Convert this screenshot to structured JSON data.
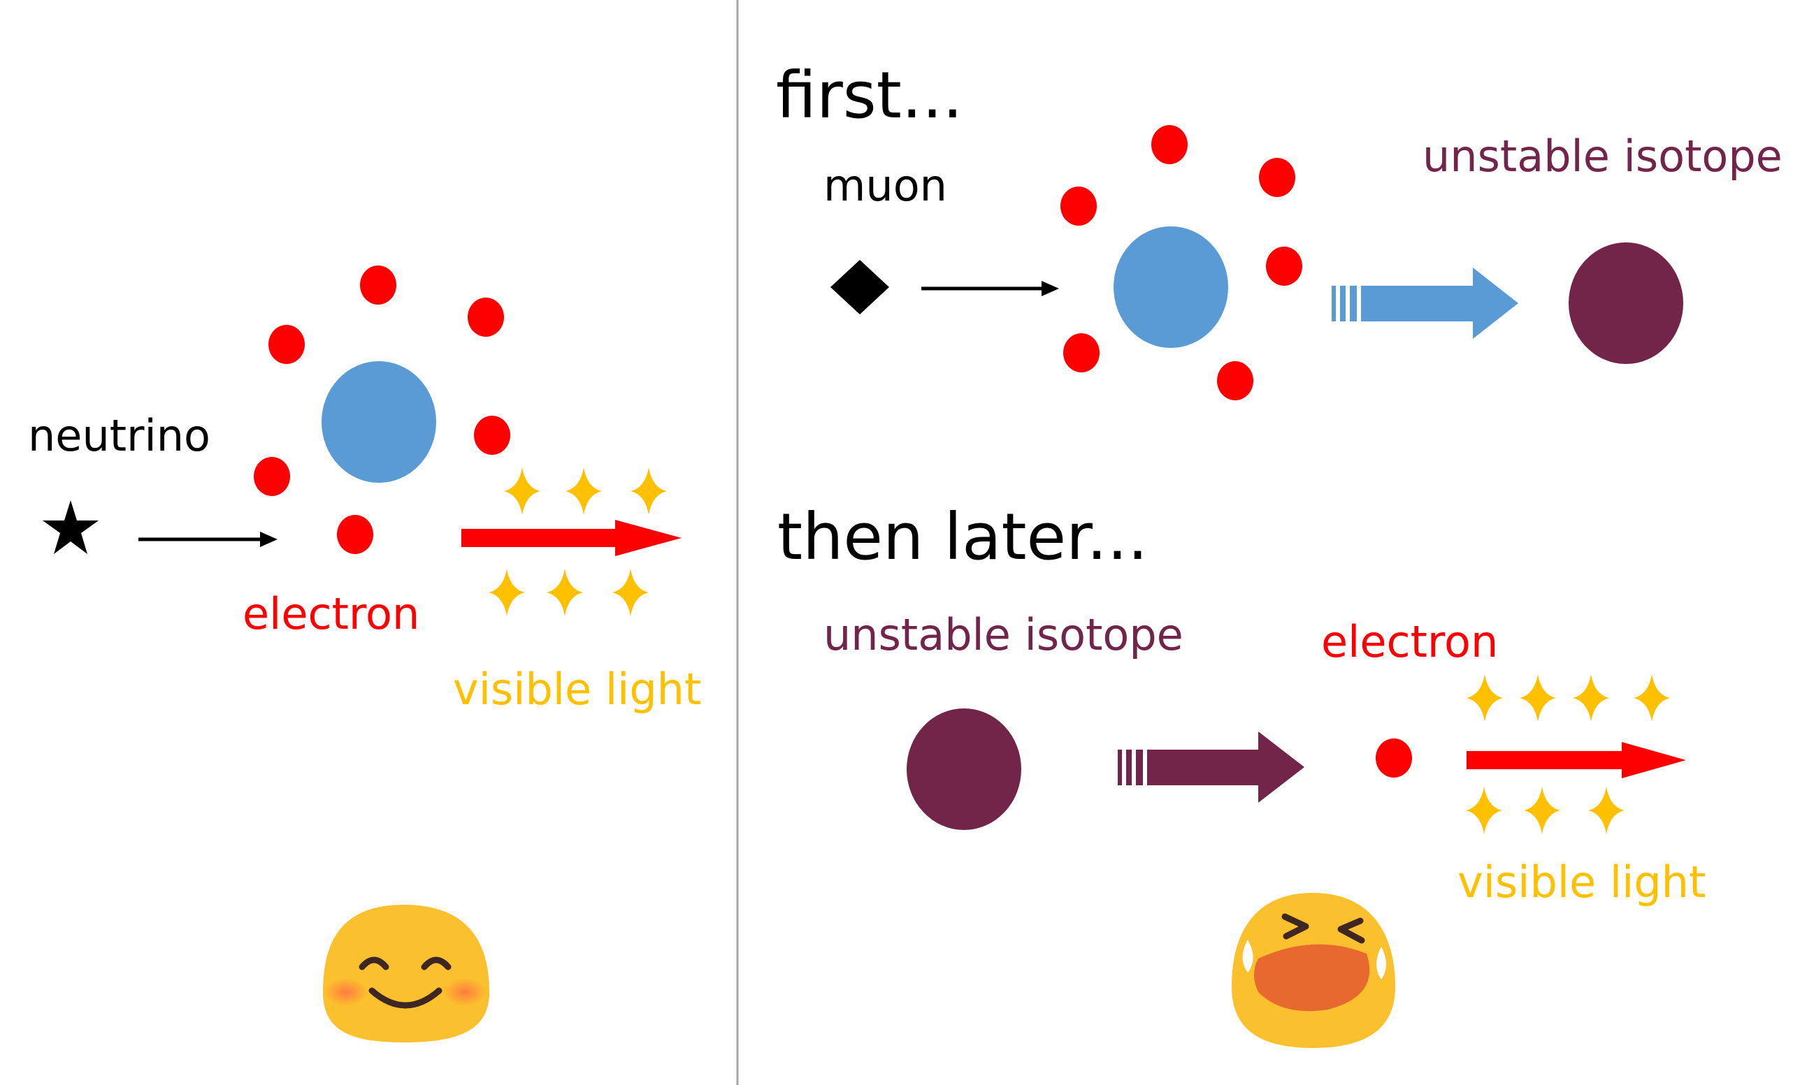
{
  "left_panel": {
    "neutrino_label": "neutrino",
    "electron_label": "electron",
    "light_label": "visible light",
    "mood_icon": "smiling-face-icon"
  },
  "right_panel": {
    "first_heading": "first...",
    "muon_label": "muon",
    "isotope_label_top": "unstable isotope",
    "later_heading": "then later...",
    "isotope_label_bottom": "unstable isotope",
    "electron_label": "electron",
    "light_label": "visible light",
    "mood_icon": "crying-face-icon"
  },
  "colors": {
    "text": "#000000",
    "electron_red": "#ff0000",
    "nucleus_blue": "#5b9bd5",
    "isotope_purple": "#722548",
    "light_gold": "#ffc000",
    "divider": "#a6a6a6",
    "emoji_yellow": "#fbc02d"
  }
}
